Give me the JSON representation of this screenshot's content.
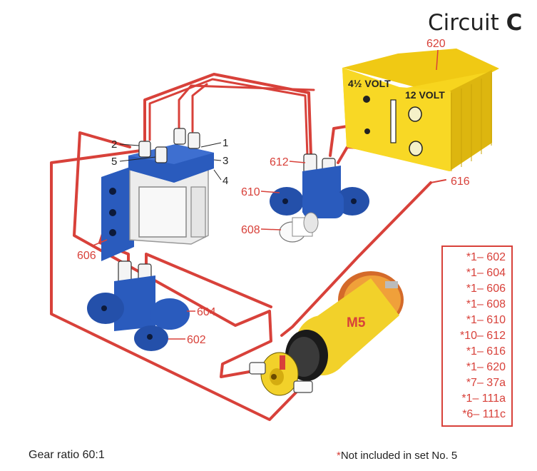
{
  "title": {
    "text": "Circuit",
    "letter": "C"
  },
  "battery": {
    "label": "620",
    "left_terminal": "4½ VOLT",
    "right_terminal": "12 VOLT"
  },
  "relay": {
    "label": "606",
    "terminals": [
      "1",
      "2",
      "3",
      "4",
      "5"
    ]
  },
  "lamp_holder": {
    "label": "610",
    "lamp_label": "608",
    "plug_label": "612"
  },
  "switch_holder": {
    "labels": [
      "604",
      "602"
    ]
  },
  "wire_label": "616",
  "motor": {
    "label": "M5"
  },
  "parts_list": [
    "*1– 602",
    "*1– 604",
    "*1– 606",
    "*1– 608",
    "*1– 610",
    "*10– 612",
    "*1– 616",
    "*1– 620",
    "*7– 37a",
    "*1– 111a",
    "*6– 111c"
  ],
  "footer": {
    "gear_ratio": "Gear ratio 60:1",
    "note_star": "*",
    "note_text": "Not included in set No. 5"
  },
  "colors": {
    "wire": "#d8413a",
    "blue_parts": "#2a5bbd",
    "battery_yellow": "#f5d21f",
    "motor_yellow": "#f2d12a"
  }
}
